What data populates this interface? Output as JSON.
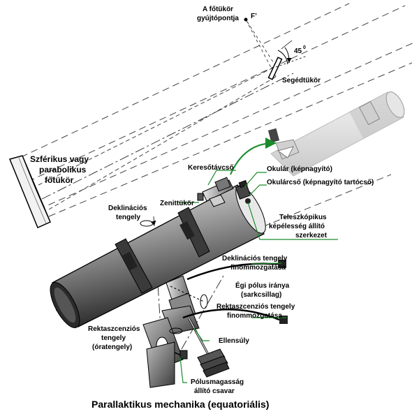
{
  "title": "Parallaktikus mechanika (equatoriális)",
  "labels": {
    "focus_line1": "A főtükör",
    "focus_line2": "gyújtópontja",
    "focus_mark": "F’",
    "angle": "45",
    "angle_sup": "0",
    "secondary": "Segédtükör",
    "primary_line1": "Szférikus vagy",
    "primary_line2": "parabolikus",
    "primary_line3": "főtükör",
    "finder": "Keresőtávcső",
    "eyepiece": "Okulár (képnagyító)",
    "eyepiece_tube": "Okulárcső (képnagyító tartócső)",
    "zenith": "Zenittükör",
    "focuser_line1": "Teleszkópikus",
    "focuser_line2": "képélesség állító",
    "focuser_line3": "szerkezet",
    "dec_axis_line1": "Deklinációs",
    "dec_axis_line2": "tengely",
    "dec_fine_line1": "Deklinációs tengely",
    "dec_fine_line2": "finommozgatása",
    "pole_line1": "Égi pólus iránya",
    "pole_line2": "(sarkcsillag)",
    "ra_fine_line1": "Rektaszcenziós tengely",
    "ra_fine_line2": "finommozgatása",
    "ra_axis_line1": "Rektaszcenziós",
    "ra_axis_line2": "tengely",
    "ra_axis_line3": "(óratengely)",
    "counterweight": "Ellensúly",
    "altitude_line1": "Pólusmagasság",
    "altitude_line2": "állító csavar"
  },
  "colors": {
    "leader_green": "#1a8a2a",
    "ink": "#000000",
    "tube_dark": "#3a3a3a",
    "tube_light": "#f2f2f2",
    "ray_dash": "#444444"
  }
}
